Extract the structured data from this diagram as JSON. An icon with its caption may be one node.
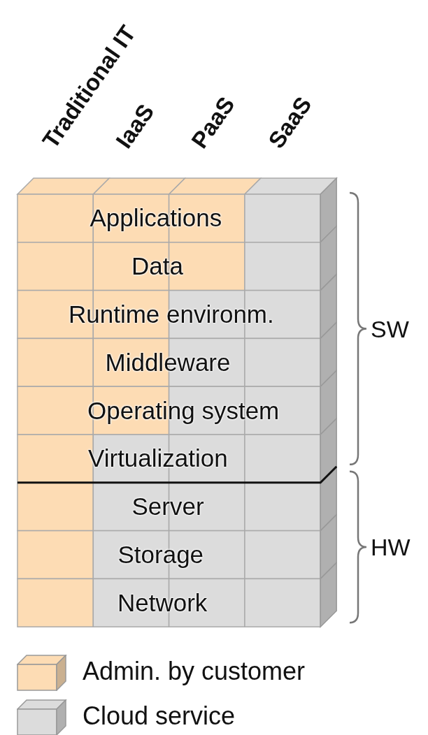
{
  "diagram": {
    "labels": [
      "Traditional IT",
      "IaaS",
      "PaaS",
      "SaaS",
      "Applications",
      "Data",
      "Runtime environm.",
      "Middleware",
      "Operating system",
      "Virtualization",
      "Server",
      "Storage",
      "Network",
      "SW",
      "HW"
    ],
    "legend": [
      {
        "text": "Admin. by customer",
        "color": "#fddcb4"
      },
      {
        "text": "Cloud service",
        "color": "#dcdcdc"
      }
    ]
  }
}
